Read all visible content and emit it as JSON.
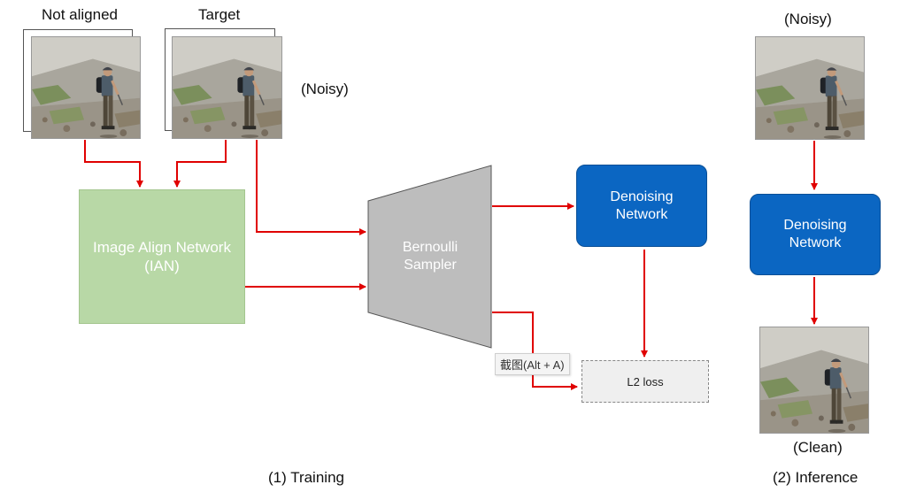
{
  "labels": {
    "not_aligned": "Not aligned",
    "target": "Target",
    "noisy_training": "(Noisy)",
    "noisy_inference": "(Noisy)",
    "clean": "(Clean)",
    "training": "(1) Training",
    "inference": "(2) Inference"
  },
  "boxes": {
    "ian": "Image Align Network\n(IAN)",
    "sampler": "Bernoulli\nSampler",
    "denoise_training": "Denoising\nNetwork",
    "denoise_inference": "Denoising\nNetwork",
    "loss": "L2 loss"
  },
  "tooltip": "截图(Alt + A)",
  "colors": {
    "arrow": "#e00000",
    "ian_fill": "#b8d8a6",
    "denoise_fill": "#0b66c2",
    "sampler_fill": "#bdbdbd",
    "loss_fill": "#efefef"
  },
  "icons": [
    "hiker-photo"
  ]
}
